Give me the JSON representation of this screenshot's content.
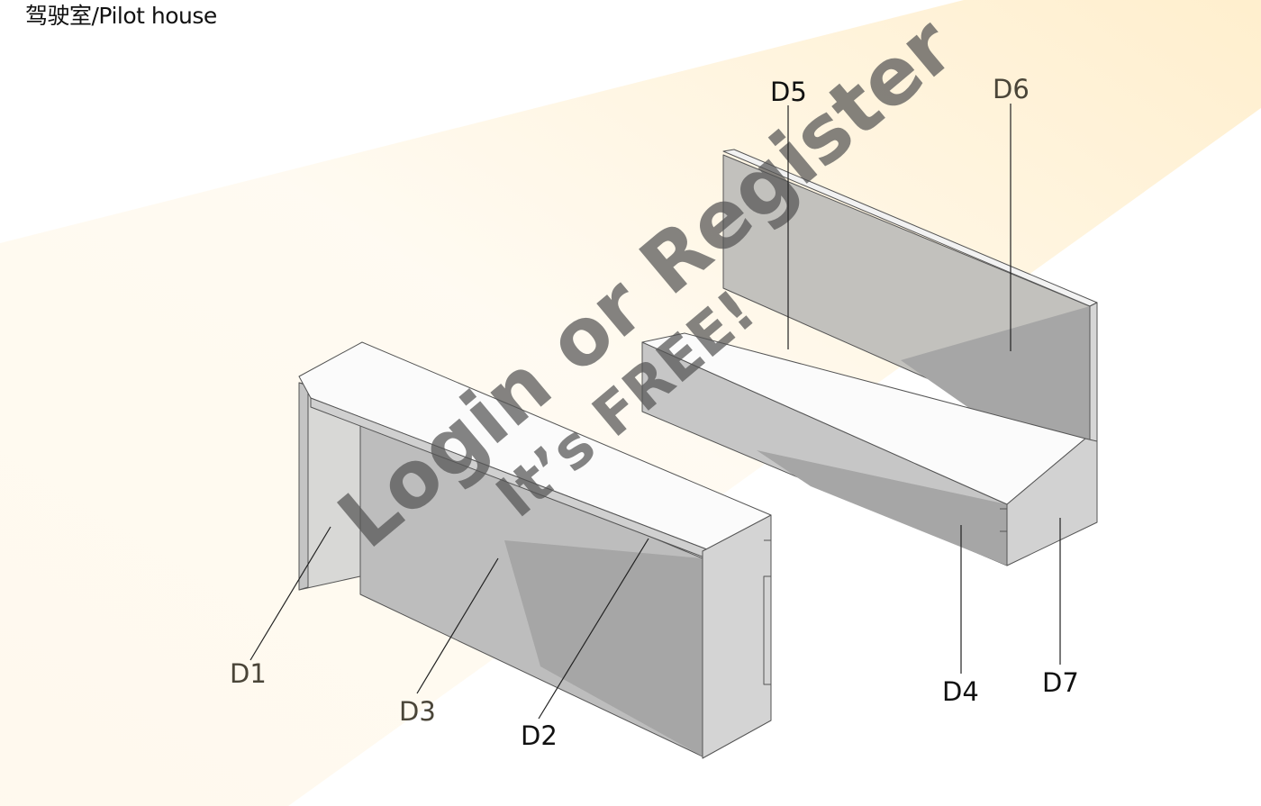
{
  "title": "驾驶室/Pilot house",
  "parts": [
    {
      "id": "D1",
      "label": "D1"
    },
    {
      "id": "D2",
      "label": "D2"
    },
    {
      "id": "D3",
      "label": "D3"
    },
    {
      "id": "D4",
      "label": "D4"
    },
    {
      "id": "D5",
      "label": "D5"
    },
    {
      "id": "D6",
      "label": "D6"
    },
    {
      "id": "D7",
      "label": "D7"
    }
  ],
  "watermark": {
    "line1": "Login or Register",
    "line2": "It’s FREE!"
  },
  "colors": {
    "band": "#fff3dc",
    "panel_light": "#dcdcdc",
    "panel_mid": "#c8c8c8",
    "panel_dark": "#a6a6a6",
    "label_dark": "#111111",
    "label_muted": "#4a4538"
  }
}
